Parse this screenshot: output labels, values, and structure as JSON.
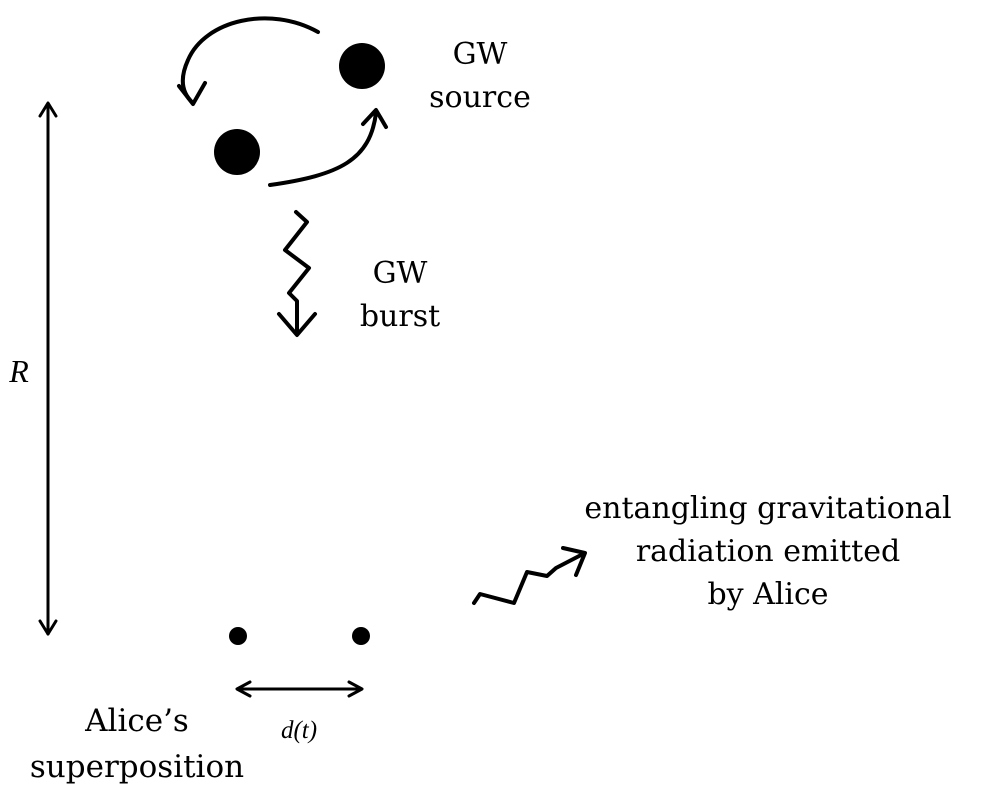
{
  "gw_source": {
    "line1": "GW",
    "line2": "source"
  },
  "gw_burst": {
    "line1": "GW",
    "line2": "burst"
  },
  "distance_label": "R",
  "separation_label": "d(t)",
  "alice": {
    "line1": "Alice’s",
    "line2": "superposition"
  },
  "radiation": {
    "line1": "entangling gravitational",
    "line2": "radiation emitted",
    "line3": "by Alice"
  },
  "colors": {
    "ink": "#000000",
    "background": "#ffffff"
  }
}
